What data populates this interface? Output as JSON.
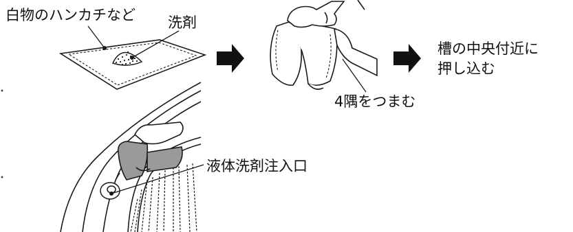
{
  "labels": {
    "handkerchief": "白物のハンカチなど",
    "detergent": "洗剤",
    "pinch_corners": "4隅をつまむ",
    "push_into_tub_line1": "槽の中央付近に",
    "push_into_tub_line2": "押し込む",
    "liquid_inlet": "液体洗剤注入口"
  },
  "colors": {
    "line": "#1a1a1a",
    "cloth_fill": "#ffffff",
    "dark_fill": "#111111",
    "gray_fill": "#9a9a9a"
  }
}
